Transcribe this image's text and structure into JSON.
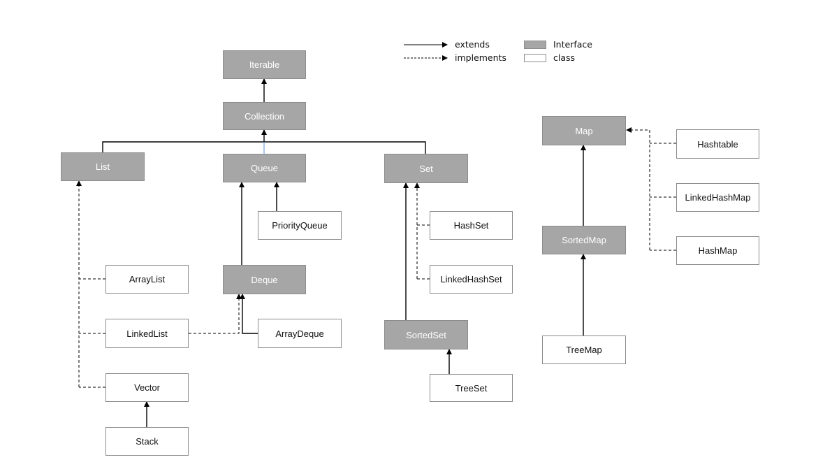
{
  "legend": {
    "extends": "extends",
    "implements": "implements",
    "interface": "Interface",
    "class": "class"
  },
  "colors": {
    "interface_fill": "#a6a6a6",
    "class_fill": "#ffffff",
    "border": "#8c8c8c",
    "line": "#000000"
  },
  "nodes": {
    "iterable": {
      "label": "Iterable",
      "kind": "interface"
    },
    "collection": {
      "label": "Collection",
      "kind": "interface"
    },
    "list": {
      "label": "List",
      "kind": "interface"
    },
    "queue": {
      "label": "Queue",
      "kind": "interface"
    },
    "set": {
      "label": "Set",
      "kind": "interface"
    },
    "priorityqueue": {
      "label": "PriorityQueue",
      "kind": "class"
    },
    "deque": {
      "label": "Deque",
      "kind": "interface"
    },
    "arraylist": {
      "label": "ArrayList",
      "kind": "class"
    },
    "linkedlist": {
      "label": "LinkedList",
      "kind": "class"
    },
    "arraydeque": {
      "label": "ArrayDeque",
      "kind": "class"
    },
    "vector": {
      "label": "Vector",
      "kind": "class"
    },
    "stack": {
      "label": "Stack",
      "kind": "class"
    },
    "hashset": {
      "label": "HashSet",
      "kind": "class"
    },
    "linkedhashset": {
      "label": "LinkedHashSet",
      "kind": "class"
    },
    "sortedset": {
      "label": "SortedSet",
      "kind": "interface"
    },
    "treeset": {
      "label": "TreeSet",
      "kind": "class"
    },
    "map": {
      "label": "Map",
      "kind": "interface"
    },
    "sortedmap": {
      "label": "SortedMap",
      "kind": "interface"
    },
    "treemap": {
      "label": "TreeMap",
      "kind": "class"
    },
    "hashtable": {
      "label": "Hashtable",
      "kind": "class"
    },
    "linkedhashmap": {
      "label": "LinkedHashMap",
      "kind": "class"
    },
    "hashmap": {
      "label": "HashMap",
      "kind": "class"
    }
  },
  "edges": [
    {
      "from": "collection",
      "to": "iterable",
      "type": "extends"
    },
    {
      "from": "list",
      "to": "collection",
      "type": "extends"
    },
    {
      "from": "queue",
      "to": "collection",
      "type": "extends"
    },
    {
      "from": "set",
      "to": "collection",
      "type": "extends"
    },
    {
      "from": "priorityqueue",
      "to": "queue",
      "type": "extends"
    },
    {
      "from": "deque",
      "to": "queue",
      "type": "extends"
    },
    {
      "from": "arraylist",
      "to": "list",
      "type": "implements"
    },
    {
      "from": "linkedlist",
      "to": "list",
      "type": "implements"
    },
    {
      "from": "vector",
      "to": "list",
      "type": "implements"
    },
    {
      "from": "linkedlist",
      "to": "deque",
      "type": "implements"
    },
    {
      "from": "arraydeque",
      "to": "deque",
      "type": "extends"
    },
    {
      "from": "stack",
      "to": "vector",
      "type": "extends"
    },
    {
      "from": "hashset",
      "to": "set",
      "type": "implements"
    },
    {
      "from": "linkedhashset",
      "to": "set",
      "type": "implements"
    },
    {
      "from": "sortedset",
      "to": "set",
      "type": "extends"
    },
    {
      "from": "treeset",
      "to": "sortedset",
      "type": "extends"
    },
    {
      "from": "sortedmap",
      "to": "map",
      "type": "extends"
    },
    {
      "from": "treemap",
      "to": "sortedmap",
      "type": "extends"
    },
    {
      "from": "hashtable",
      "to": "map",
      "type": "implements"
    },
    {
      "from": "linkedhashmap",
      "to": "map",
      "type": "implements"
    },
    {
      "from": "hashmap",
      "to": "map",
      "type": "implements"
    }
  ]
}
